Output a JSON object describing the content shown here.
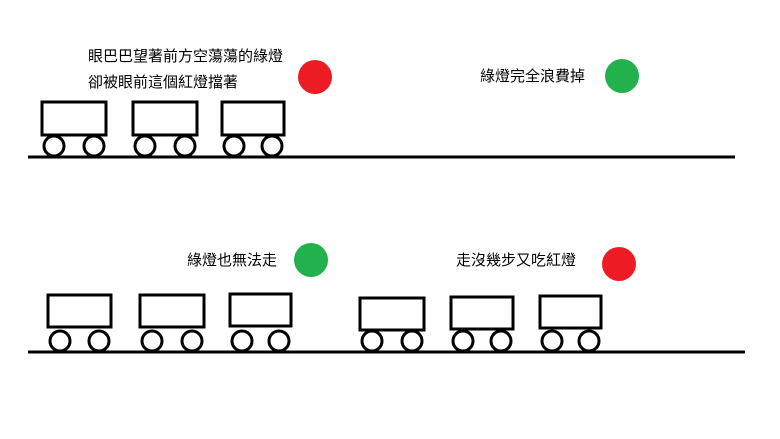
{
  "panels": [
    {
      "captions": [
        "眼巴巴望著前方空蕩蕩的綠燈",
        "卻被眼前這個紅燈擋著"
      ],
      "light": "red"
    },
    {
      "captions": [
        "綠燈完全浪費掉"
      ],
      "light": "green"
    },
    {
      "captions": [
        "綠燈也無法走"
      ],
      "light": "green"
    },
    {
      "captions": [
        "走沒幾步又吃紅燈"
      ],
      "light": "red"
    }
  ],
  "colors": {
    "red": "#ed1c24",
    "green": "#22b14c",
    "ink": "#000000"
  }
}
